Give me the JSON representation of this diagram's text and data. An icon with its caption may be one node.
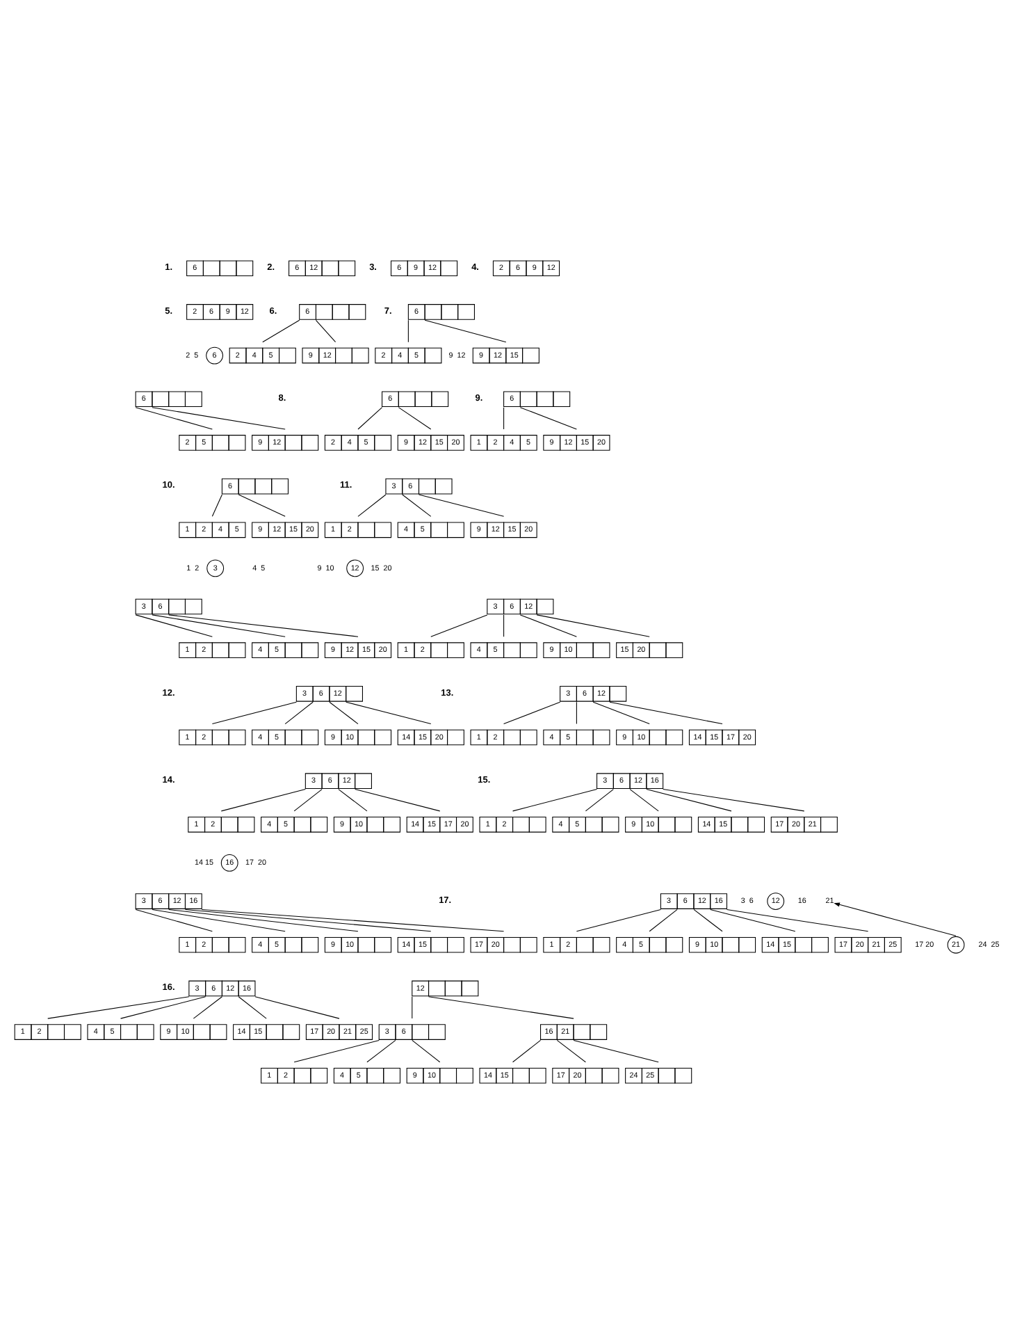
{
  "diagram": {
    "nodes": [
      {
        "text": [
          "6"
        ]
      },
      {
        "text": [
          "6",
          "12"
        ]
      },
      {
        "text": [
          "6",
          "9",
          "12"
        ]
      },
      {
        "text": [
          "2",
          "6",
          "9",
          "12"
        ]
      },
      {
        "text": [
          "2",
          "6",
          "9",
          "12"
        ]
      },
      {
        "text": [
          "6"
        ]
      },
      {
        "text": [
          "6"
        ]
      },
      {
        "text": [
          "2",
          "4",
          "5"
        ]
      },
      {
        "text": [
          "9",
          "12"
        ]
      },
      {
        "text": [
          "6"
        ]
      },
      {
        "text": [
          "2",
          "4",
          "5"
        ]
      },
      {
        "text": [
          "9",
          "12",
          "15"
        ]
      },
      {
        "text": [
          "6"
        ]
      },
      {
        "text": [
          "2",
          "5"
        ]
      },
      {
        "text": [
          "9",
          "12"
        ]
      },
      {
        "text": [
          "6"
        ]
      },
      {
        "text": [
          "2",
          "4",
          "5"
        ]
      },
      {
        "text": [
          "9",
          "12",
          "15",
          "20"
        ]
      },
      {
        "text": [
          "6"
        ]
      },
      {
        "text": [
          "1",
          "2",
          "4",
          "5"
        ]
      },
      {
        "text": [
          "9",
          "12",
          "15",
          "20"
        ]
      },
      {
        "text": [
          "6"
        ]
      },
      {
        "text": [
          "1",
          "2",
          "4",
          "5"
        ]
      },
      {
        "text": [
          "9",
          "12",
          "15",
          "20"
        ]
      },
      {
        "text": [
          "3",
          "6"
        ]
      },
      {
        "text": [
          "1",
          "2"
        ]
      },
      {
        "text": [
          "4",
          "5"
        ]
      },
      {
        "text": [
          "9",
          "12",
          "15",
          "20"
        ]
      },
      {
        "text": [
          "3"
        ]
      },
      {
        "text": [
          "12"
        ]
      },
      {
        "text": [
          "3",
          "6"
        ]
      },
      {
        "text": [
          "1",
          "2"
        ]
      },
      {
        "text": [
          "4",
          "5"
        ]
      },
      {
        "text": [
          "9",
          "12",
          "15",
          "20"
        ]
      },
      {
        "text": [
          "3",
          "6",
          "12"
        ]
      },
      {
        "text": [
          "1",
          "2"
        ]
      },
      {
        "text": [
          "4",
          "5"
        ]
      },
      {
        "text": [
          "9",
          "10"
        ]
      },
      {
        "text": [
          "15",
          "20"
        ]
      },
      {
        "text": [
          "3",
          "6",
          "12"
        ]
      },
      {
        "text": [
          "1",
          "2"
        ]
      },
      {
        "text": [
          "4",
          "5"
        ]
      },
      {
        "text": [
          "9",
          "10"
        ]
      },
      {
        "text": [
          "14",
          "15",
          "20"
        ]
      },
      {
        "text": [
          "3",
          "6",
          "12"
        ]
      },
      {
        "text": [
          "1",
          "2"
        ]
      },
      {
        "text": [
          "4",
          "5"
        ]
      },
      {
        "text": [
          "9",
          "10"
        ]
      },
      {
        "text": [
          "14",
          "15",
          "17",
          "20"
        ]
      },
      {
        "text": [
          "3",
          "6",
          "12"
        ]
      },
      {
        "text": [
          "1",
          "2"
        ]
      },
      {
        "text": [
          "4",
          "5"
        ]
      },
      {
        "text": [
          "9",
          "10"
        ]
      },
      {
        "text": [
          "14",
          "15",
          "17",
          "20"
        ]
      },
      {
        "text": [
          "3",
          "6",
          "12",
          "16"
        ]
      },
      {
        "text": [
          "1",
          "2"
        ]
      },
      {
        "text": [
          "4",
          "5"
        ]
      },
      {
        "text": [
          "9",
          "10"
        ]
      },
      {
        "text": [
          "14",
          "15"
        ]
      },
      {
        "text": [
          "17",
          "20",
          "21"
        ]
      },
      {
        "text": [
          "16"
        ]
      },
      {
        "text": [
          "3",
          "6",
          "12",
          "16"
        ]
      },
      {
        "text": [
          "1",
          "2"
        ]
      },
      {
        "text": [
          "4",
          "5"
        ]
      },
      {
        "text": [
          "9",
          "10"
        ]
      },
      {
        "text": [
          "14",
          "15"
        ]
      },
      {
        "text": [
          "17",
          "20"
        ]
      },
      {
        "text": [
          "3",
          "6",
          "12",
          "16"
        ]
      },
      {
        "text": [
          "12"
        ]
      },
      {
        "text": [
          "21"
        ]
      },
      {
        "text": [
          "1",
          "2"
        ]
      },
      {
        "text": [
          "4",
          "5"
        ]
      },
      {
        "text": [
          "9",
          "10"
        ]
      },
      {
        "text": [
          "14",
          "15"
        ]
      },
      {
        "text": [
          "17",
          "20",
          "21",
          "25"
        ]
      },
      {
        "text": [
          "21"
        ]
      },
      {
        "text": [
          "12"
        ]
      },
      {
        "text": [
          "3",
          "6"
        ]
      },
      {
        "text": [
          "16",
          "21"
        ]
      },
      {
        "text": [
          "1",
          "2"
        ]
      },
      {
        "text": [
          "4",
          "5"
        ]
      },
      {
        "text": [
          "9",
          "10"
        ]
      },
      {
        "text": [
          "14",
          "15"
        ]
      },
      {
        "text": [
          "17",
          "20"
        ]
      },
      {
        "text": [
          "24",
          "25"
        ]
      },
      {
        "text": [
          "3",
          "6",
          "12",
          "16"
        ]
      },
      {
        "text": [
          "1",
          "2"
        ]
      },
      {
        "text": [
          "4",
          "5"
        ]
      },
      {
        "text": [
          "9",
          "10"
        ]
      },
      {
        "text": [
          "14",
          "15"
        ]
      },
      {
        "text": [
          "17",
          "20",
          "21",
          "25"
        ]
      }
    ],
    "edges": [
      {
        "from": 6,
        "to": 7,
        "arrow": "none"
      },
      {
        "from": 6,
        "to": 8,
        "arrow": "none"
      },
      {
        "from": 9,
        "to": 10,
        "arrow": "none"
      },
      {
        "from": 9,
        "to": 11,
        "arrow": "none"
      },
      {
        "from": 12,
        "to": 13,
        "arrow": "none"
      },
      {
        "from": 12,
        "to": 14,
        "arrow": "none"
      },
      {
        "from": 15,
        "to": 16,
        "arrow": "none"
      },
      {
        "from": 15,
        "to": 17,
        "arrow": "none"
      },
      {
        "from": 18,
        "to": 19,
        "arrow": "none"
      },
      {
        "from": 18,
        "to": 20,
        "arrow": "none"
      },
      {
        "from": 21,
        "to": 22,
        "arrow": "none"
      },
      {
        "from": 21,
        "to": 23,
        "arrow": "none"
      },
      {
        "from": 24,
        "to": 25,
        "arrow": "none"
      },
      {
        "from": 24,
        "to": 26,
        "arrow": "none"
      },
      {
        "from": 24,
        "to": 27,
        "arrow": "none"
      },
      {
        "from": 30,
        "to": 31,
        "arrow": "none"
      },
      {
        "from": 30,
        "to": 32,
        "arrow": "none"
      },
      {
        "from": 30,
        "to": 33,
        "arrow": "none"
      },
      {
        "from": 34,
        "to": 35,
        "arrow": "none"
      },
      {
        "from": 34,
        "to": 36,
        "arrow": "none"
      },
      {
        "from": 34,
        "to": 37,
        "arrow": "none"
      },
      {
        "from": 34,
        "to": 38,
        "arrow": "none"
      },
      {
        "from": 39,
        "to": 40,
        "arrow": "none"
      },
      {
        "from": 39,
        "to": 41,
        "arrow": "none"
      },
      {
        "from": 39,
        "to": 42,
        "arrow": "none"
      },
      {
        "from": 39,
        "to": 43,
        "arrow": "none"
      },
      {
        "from": 44,
        "to": 45,
        "arrow": "none"
      },
      {
        "from": 44,
        "to": 46,
        "arrow": "none"
      },
      {
        "from": 44,
        "to": 47,
        "arrow": "none"
      },
      {
        "from": 44,
        "to": 48,
        "arrow": "none"
      },
      {
        "from": 49,
        "to": 50,
        "arrow": "none"
      },
      {
        "from": 49,
        "to": 51,
        "arrow": "none"
      },
      {
        "from": 49,
        "to": 52,
        "arrow": "none"
      },
      {
        "from": 49,
        "to": 53,
        "arrow": "none"
      },
      {
        "from": 54,
        "to": 55,
        "arrow": "none"
      },
      {
        "from": 54,
        "to": 56,
        "arrow": "none"
      },
      {
        "from": 54,
        "to": 57,
        "arrow": "none"
      },
      {
        "from": 54,
        "to": 58,
        "arrow": "none"
      },
      {
        "from": 54,
        "to": 59,
        "arrow": "none"
      },
      {
        "from": 61,
        "to": 62,
        "arrow": "none"
      },
      {
        "from": 61,
        "to": 63,
        "arrow": "none"
      },
      {
        "from": 61,
        "to": 64,
        "arrow": "none"
      },
      {
        "from": 61,
        "to": 65,
        "arrow": "none"
      },
      {
        "from": 61,
        "to": 66,
        "arrow": "none"
      },
      {
        "from": 67,
        "to": 70,
        "arrow": "none"
      },
      {
        "from": 67,
        "to": 71,
        "arrow": "none"
      },
      {
        "from": 67,
        "to": 72,
        "arrow": "none"
      },
      {
        "from": 67,
        "to": 73,
        "arrow": "none"
      },
      {
        "from": 67,
        "to": 74,
        "arrow": "none"
      },
      {
        "from": 75,
        "to": 69,
        "arrow": "to"
      },
      {
        "from": 76,
        "to": 77,
        "arrow": "none"
      },
      {
        "from": 76,
        "to": 78,
        "arrow": "none"
      },
      {
        "from": 77,
        "to": 79,
        "arrow": "none"
      },
      {
        "from": 77,
        "to": 80,
        "arrow": "none"
      },
      {
        "from": 77,
        "to": 81,
        "arrow": "none"
      },
      {
        "from": 78,
        "to": 82,
        "arrow": "none"
      },
      {
        "from": 78,
        "to": 83,
        "arrow": "none"
      },
      {
        "from": 78,
        "to": 84,
        "arrow": "none"
      },
      {
        "from": 85,
        "to": 86,
        "arrow": "none"
      },
      {
        "from": 85,
        "to": 87,
        "arrow": "none"
      },
      {
        "from": 85,
        "to": 88,
        "arrow": "none"
      },
      {
        "from": 85,
        "to": 89,
        "arrow": "none"
      },
      {
        "from": 85,
        "to": 90,
        "arrow": "none"
      }
    ],
    "labels": [
      "1.",
      "2.",
      "3.",
      "4.",
      "5.",
      "2  5",
      "9  12",
      "6.",
      "7.",
      "8.",
      "9.",
      "10.",
      "11.",
      "1  2",
      "4  5",
      "9  10",
      "15  20",
      "12.",
      "13.",
      "14.",
      "15.",
      "14 15",
      "17  20",
      "17.",
      "3  6",
      "16  ",
      "17 20",
      "24  25",
      "16."
    ]
  }
}
